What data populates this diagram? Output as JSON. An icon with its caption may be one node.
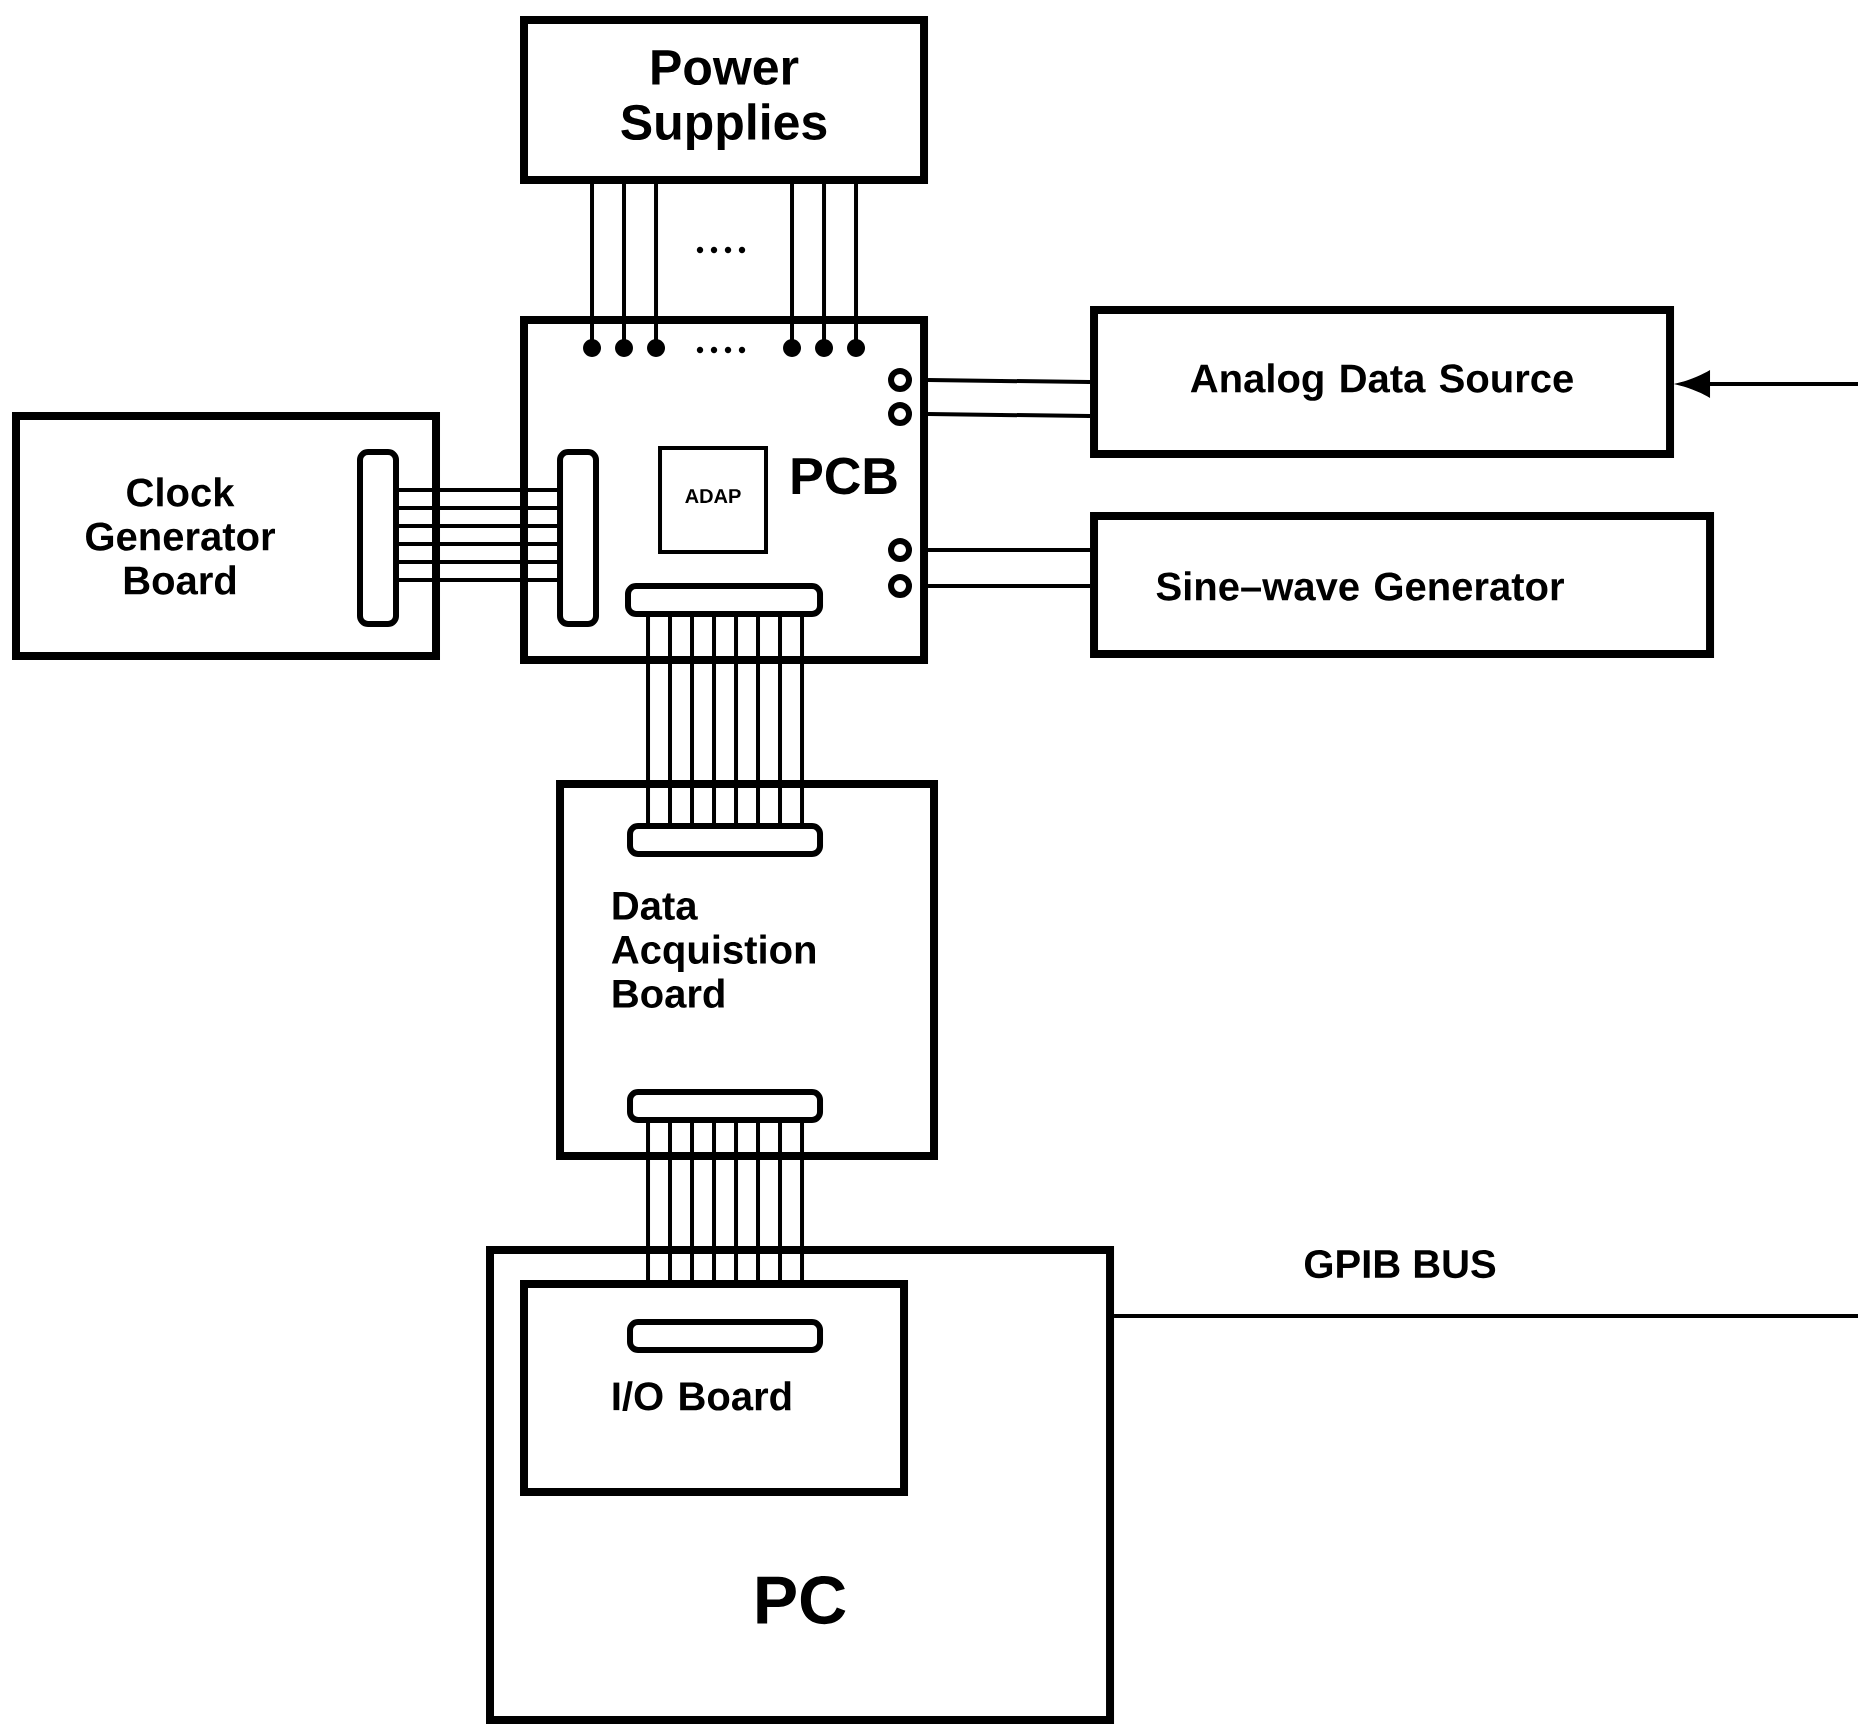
{
  "diagram": {
    "nodes": [
      {
        "text": [
          "Power Supplies"
        ]
      },
      {
        "text": [
          "PCB"
        ]
      },
      {
        "text": [
          "ADAP"
        ],
        "in": 1
      },
      {
        "text": [
          "Clock Generator Board"
        ]
      },
      {
        "text": [
          "Analog Data Source"
        ]
      },
      {
        "text": [
          "Sine–wave Generator"
        ]
      },
      {
        "text": [
          "Data Acquistion Board"
        ]
      },
      {
        "text": [
          "PC"
        ]
      },
      {
        "text": [
          "I/O Board"
        ],
        "in": 7
      }
    ],
    "edges": [
      {
        "from": 0,
        "to": 1,
        "arrow": "none"
      },
      {
        "from": 0,
        "to": 1,
        "arrow": "none"
      },
      {
        "from": 0,
        "to": 1,
        "arrow": "none"
      },
      {
        "from": 0,
        "to": 1,
        "arrow": "none"
      },
      {
        "from": 0,
        "to": 1,
        "arrow": "none"
      },
      {
        "from": 0,
        "to": 1,
        "arrow": "none"
      },
      {
        "from": 3,
        "to": 1,
        "arrow": "none"
      },
      {
        "from": 1,
        "to": 4,
        "arrow": "none"
      },
      {
        "from": 1,
        "to": 5,
        "arrow": "none"
      },
      {
        "from": null,
        "to": 4,
        "arrow": "to"
      },
      {
        "from": 1,
        "to": 6,
        "arrow": "none"
      },
      {
        "from": 6,
        "to": 8,
        "arrow": "none"
      },
      {
        "from": 7,
        "to": null,
        "arrow": "none",
        "label": "GPIB BUS"
      }
    ]
  }
}
